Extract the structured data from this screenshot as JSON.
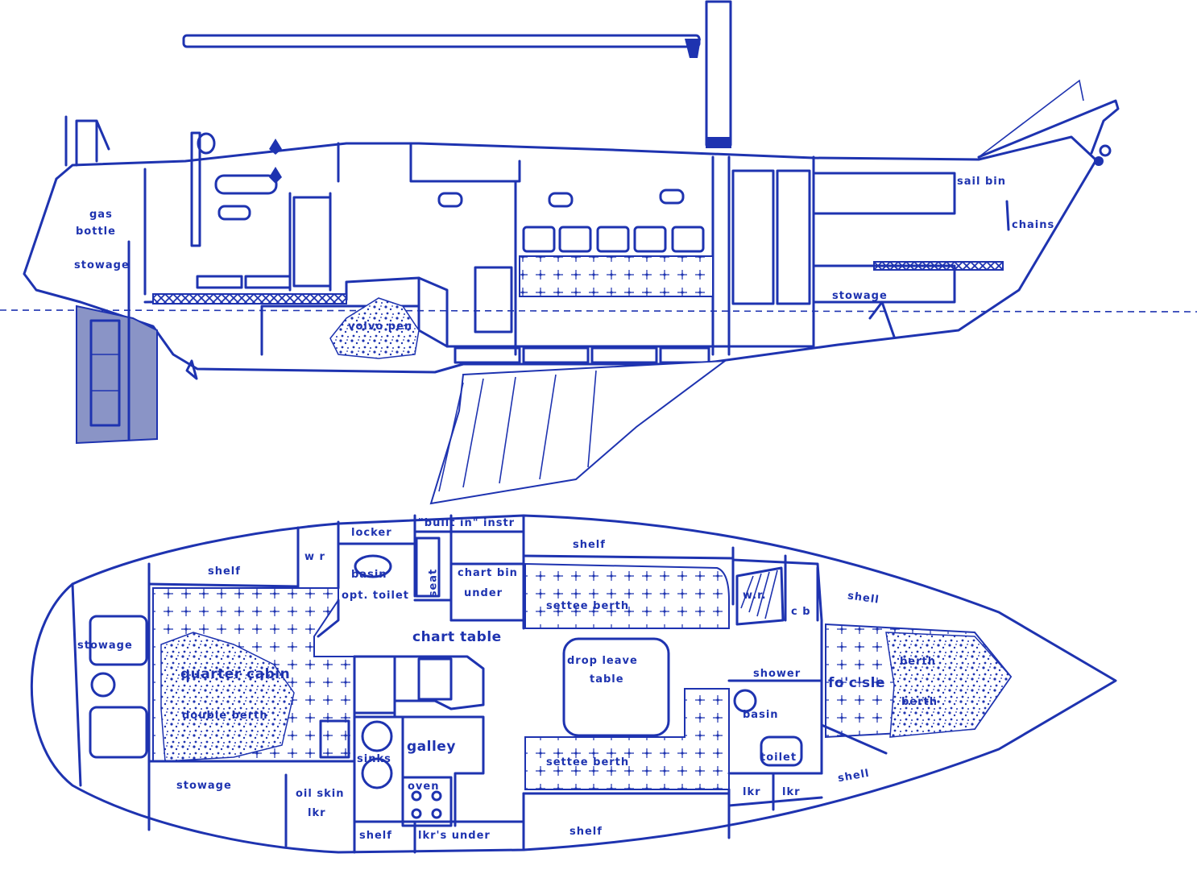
{
  "accent_color": "#1e33b0",
  "background_color": "#ffffff",
  "profile_labels": {
    "gas_bottle_1": "gas",
    "gas_bottle_2": "bottle",
    "stowage_aft": "stowage",
    "volvo_pen": "volvo pen",
    "sail_bin": "sail bin",
    "chains": "chains",
    "stowage_fwd": "stowage"
  },
  "plan_labels": {
    "locker": "locker",
    "built_in_instr": "\"built in\" instr",
    "wr_aft": "w r",
    "basin_aft": "basin",
    "seat": "seat",
    "chart_bin": "chart bin",
    "under": "under",
    "shelf_top_mid": "shelf",
    "shelf_top_aft": "shelf",
    "opt_toilet": "opt. toilet",
    "settee_berth_top": "settee berth",
    "wr_fwd": "w.r.",
    "cb": "c b",
    "shelf_top_fwd": "shell",
    "stowage_stern": "stowage",
    "chart_table": "chart table",
    "drop_leave": "drop leave",
    "table": "table",
    "berth_upper": "berth",
    "quarter_cabin": "quarter cabin",
    "shower": "shower",
    "focsle": "fo'c'sle",
    "double_berth": "double berth",
    "basin_fwd": "basin",
    "berth_lower": "berth",
    "galley": "galley",
    "sinks": "sinks",
    "toilet": "toilet",
    "settee_berth_bottom": "settee berth",
    "stowage_bottom": "stowage",
    "oven": "oven",
    "oil_skin": "oil skin",
    "lkr_aft": "lkr",
    "lkr_1": "lkr",
    "lkr_2": "lkr",
    "shelf_bottom_fwd": "shell",
    "shelf_bottom_aft": "shelf",
    "lkrs_under": "lkr's under",
    "shelf_bottom_mid": "shelf"
  }
}
